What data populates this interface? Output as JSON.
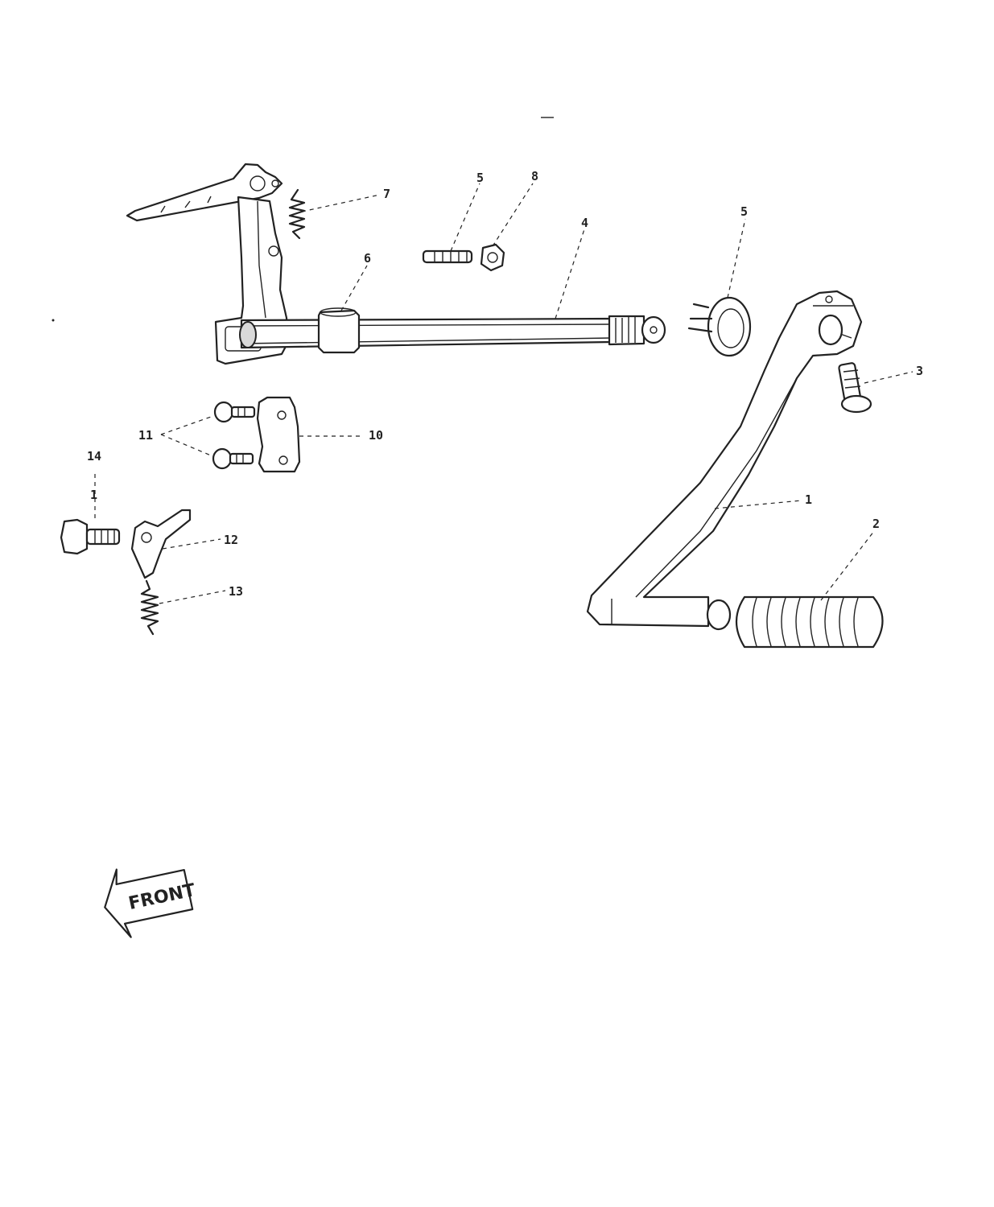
{
  "callouts": [
    {
      "id": "c1",
      "text": "1"
    },
    {
      "id": "c2",
      "text": "2"
    },
    {
      "id": "c3",
      "text": "3"
    },
    {
      "id": "c4",
      "text": "4"
    },
    {
      "id": "c5a",
      "text": "5"
    },
    {
      "id": "c5b",
      "text": "5"
    },
    {
      "id": "c6",
      "text": "6"
    },
    {
      "id": "c7",
      "text": "7"
    },
    {
      "id": "c8",
      "text": "8"
    },
    {
      "id": "c10",
      "text": "10"
    },
    {
      "id": "c11",
      "text": "11"
    },
    {
      "id": "c12",
      "text": "12"
    },
    {
      "id": "c13",
      "text": "13"
    },
    {
      "id": "c14",
      "text": "14"
    },
    {
      "id": "c1b",
      "text": "1"
    }
  ],
  "front_arrow": {
    "text": "FRONT"
  }
}
